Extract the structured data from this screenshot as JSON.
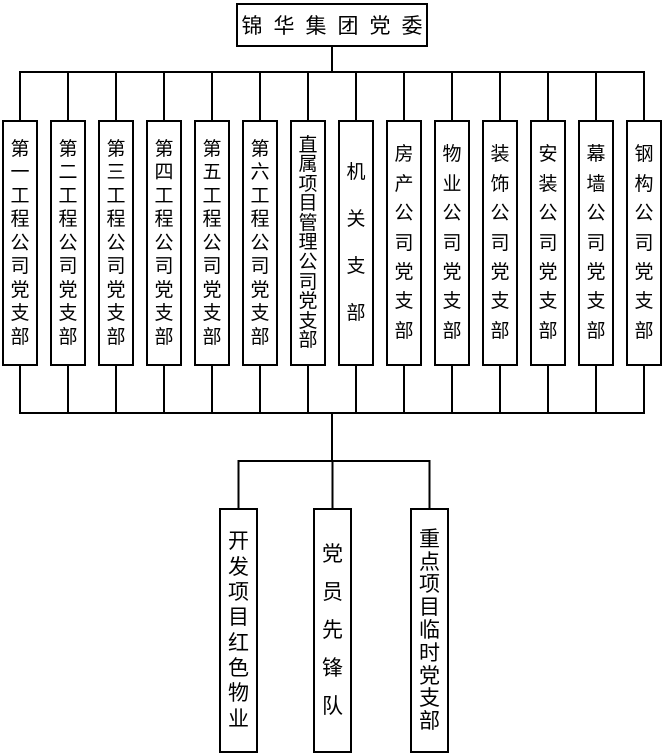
{
  "root": {
    "label": "锦华集团党委"
  },
  "branches": [
    {
      "label": "第一工程公司党支部"
    },
    {
      "label": "第二工程公司党支部"
    },
    {
      "label": "第三工程公司党支部"
    },
    {
      "label": "第四工程公司党支部"
    },
    {
      "label": "第五工程公司党支部"
    },
    {
      "label": "第六工程公司党支部"
    },
    {
      "label": "直属项目管理公司党支部"
    },
    {
      "label": "机关支部"
    },
    {
      "label": "房产公司党支部"
    },
    {
      "label": "物业公司党支部"
    },
    {
      "label": "装饰公司党支部"
    },
    {
      "label": "安装公司党支部"
    },
    {
      "label": "幕墙公司党支部"
    },
    {
      "label": "钢构公司党支部"
    }
  ],
  "teams": [
    {
      "label": "开发项目红色物业"
    },
    {
      "label": "党员先锋队"
    },
    {
      "label": "重点项目临时党支部"
    }
  ],
  "colors": {
    "line": "#000000",
    "box_border": "#000000",
    "background": "#ffffff",
    "text": "#000000"
  }
}
